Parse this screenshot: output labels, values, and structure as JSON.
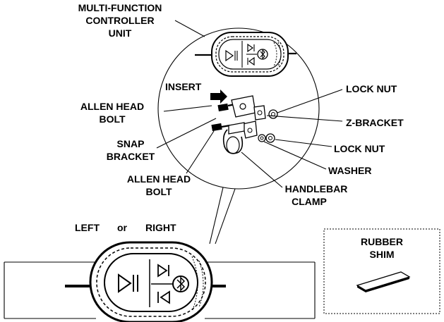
{
  "labels": {
    "controller_line1": "MULTI-FUNCTION",
    "controller_line2": "CONTROLLER",
    "controller_line3": "UNIT",
    "insert": "INSERT",
    "allen_bolt_top_line1": "ALLEN HEAD",
    "allen_bolt_top_line2": "BOLT",
    "snap_bracket_line1": "SNAP",
    "snap_bracket_line2": "BRACKET",
    "allen_bolt_bottom_line1": "ALLEN HEAD",
    "allen_bolt_bottom_line2": "BOLT",
    "lock_nut_top": "LOCK NUT",
    "z_bracket": "Z-BRACKET",
    "lock_nut_bottom": "LOCK NUT",
    "washer": "WASHER",
    "handlebar_clamp_line1": "HANDLEBAR",
    "handlebar_clamp_line2": "CLAMP",
    "left_or_right_left": "LEFT",
    "left_or_right_or": "or",
    "left_or_right_right": "RIGHT",
    "rubber_shim_line1": "RUBBER",
    "rubber_shim_line2": "SHIM"
  },
  "icons": {
    "play_pause": "play-pause-icon",
    "next": "next-track-icon",
    "previous": "previous-track-icon",
    "bluetooth": "bluetooth-icon",
    "arrow": "insert-arrow-icon"
  },
  "colors": {
    "line": "#000000",
    "background": "#ffffff"
  }
}
